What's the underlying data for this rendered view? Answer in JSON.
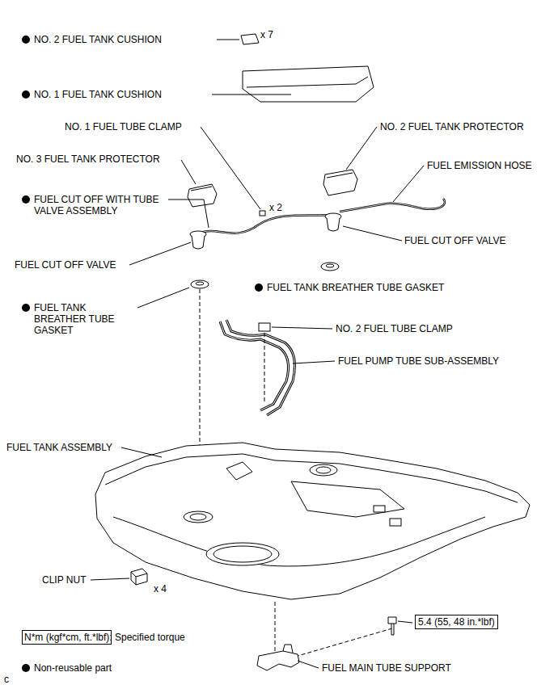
{
  "diagram": {
    "labels": [
      "NO. 2 FUEL TANK CUSHION",
      "x 7",
      "NO. 1 FUEL TANK CUSHION",
      "NO. 1 FUEL TUBE CLAMP",
      "NO. 2 FUEL TANK PROTECTOR",
      "NO. 3 FUEL TANK PROTECTOR",
      "FUEL EMISSION HOSE",
      "FUEL CUT OFF WITH TUBE VALVE ASSEMBLY",
      "x 2",
      "FUEL CUT OFF VALVE",
      "FUEL CUT OFF VALVE",
      "FUEL TANK BREATHER TUBE GASKET",
      "FUEL TANK BREATHER TUBE GASKET",
      "NO. 2 FUEL TUBE CLAMP",
      "FUEL PUMP TUBE SUB-ASSEMBLY",
      "FUEL TANK ASSEMBLY",
      "CLIP NUT",
      "x 4",
      "5.4 (55, 48 in.*lbf)",
      "FUEL MAIN TUBE SUPPORT",
      "c"
    ],
    "legend": [
      {
        "text": "N*m (kgf*cm, ft.*lbf): Specified torque"
      },
      {
        "text": "Non-reusable part"
      }
    ]
  }
}
